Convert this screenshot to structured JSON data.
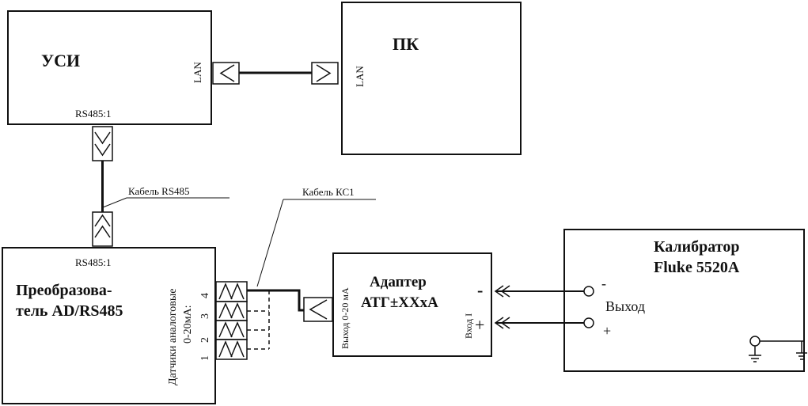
{
  "usi": {
    "title": "УСИ",
    "lan": "LAN",
    "rs485": "RS485:1"
  },
  "pc": {
    "title": "ПК",
    "lan": "LAN"
  },
  "cable_rs485": "Кабель RS485",
  "cable_ks1": "Кабель КС1",
  "converter": {
    "rs485": "RS485:1",
    "title_line1": "Преобразова-",
    "title_line2": "тель AD/RS485",
    "sensors_line1": "Датчики аналоговые",
    "sensors_line2": "0-20мА:",
    "channels": [
      "1",
      "2",
      "3",
      "4"
    ]
  },
  "adapter": {
    "title_line1": "Адаптер",
    "title_line2": "АТГ±XXxA",
    "output": "Выход 0-20 мА",
    "input": "Вход I",
    "minus": "-",
    "plus": "+"
  },
  "calibrator": {
    "title_line1": "Калибратор",
    "title_line2": "Fluke 5520A",
    "minus": "-",
    "output": "Выход",
    "plus": "+"
  }
}
